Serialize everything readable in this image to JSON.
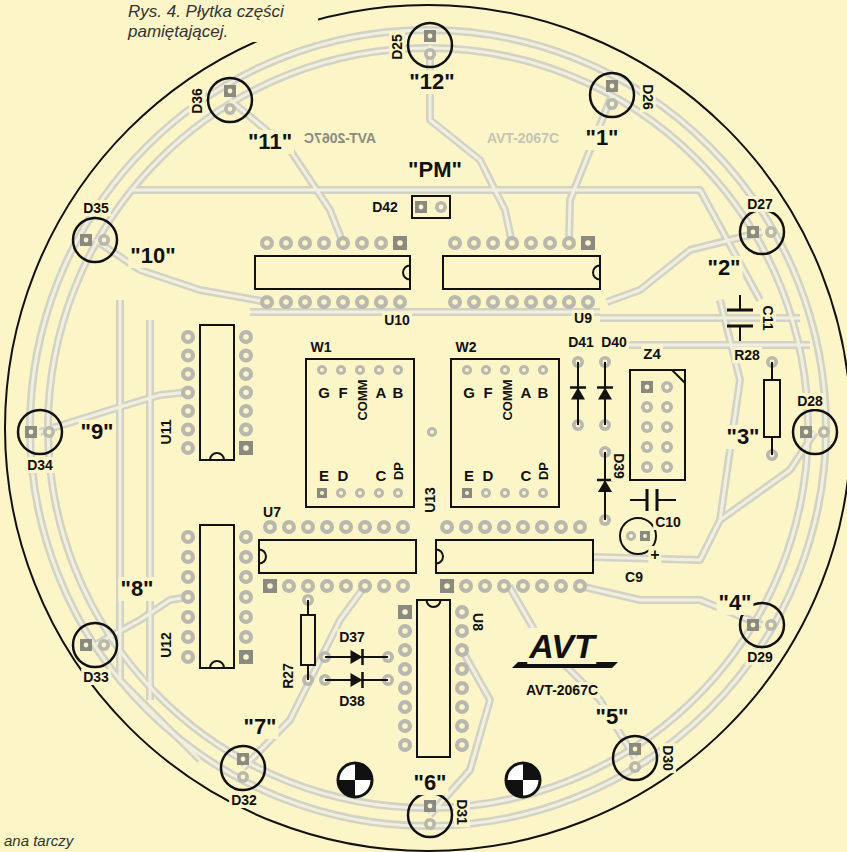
{
  "diagram": {
    "caption": "Rys. 4. Płytka części pamiętającej.",
    "nodes": [
      {
        "text": [
          "W1",
          "G",
          "F",
          "COMM",
          "A",
          "B",
          "E",
          "D",
          "C",
          "DP"
        ]
      },
      {
        "text": [
          "W2",
          "G",
          "F",
          "COMM",
          "A",
          "B",
          "E",
          "D",
          "C",
          "DP"
        ]
      }
    ],
    "labels": [
      "\"12\"",
      "\"1\"",
      "\"2\"",
      "\"3\"",
      "\"4\"",
      "\"5\"",
      "\"6\"",
      "\"7\"",
      "\"8\"",
      "\"9\"",
      "\"10\"",
      "\"11\"",
      "\"PM\"",
      "D25",
      "D26",
      "D27",
      "D28",
      "D29",
      "D30",
      "D31",
      "D32",
      "D33",
      "D34",
      "D35",
      "D36",
      "D42",
      "D41",
      "D40",
      "D39",
      "D37",
      "D38",
      "C11",
      "C10",
      "C9",
      "+",
      "R28",
      "R27",
      "Z4",
      "U10",
      "U9",
      "U11",
      "U12",
      "U7",
      "U13",
      "U8",
      "AVT-2067C",
      "AVT-2067C",
      "AVT",
      "AVT-2067C",
      "ana tarczy"
    ]
  }
}
